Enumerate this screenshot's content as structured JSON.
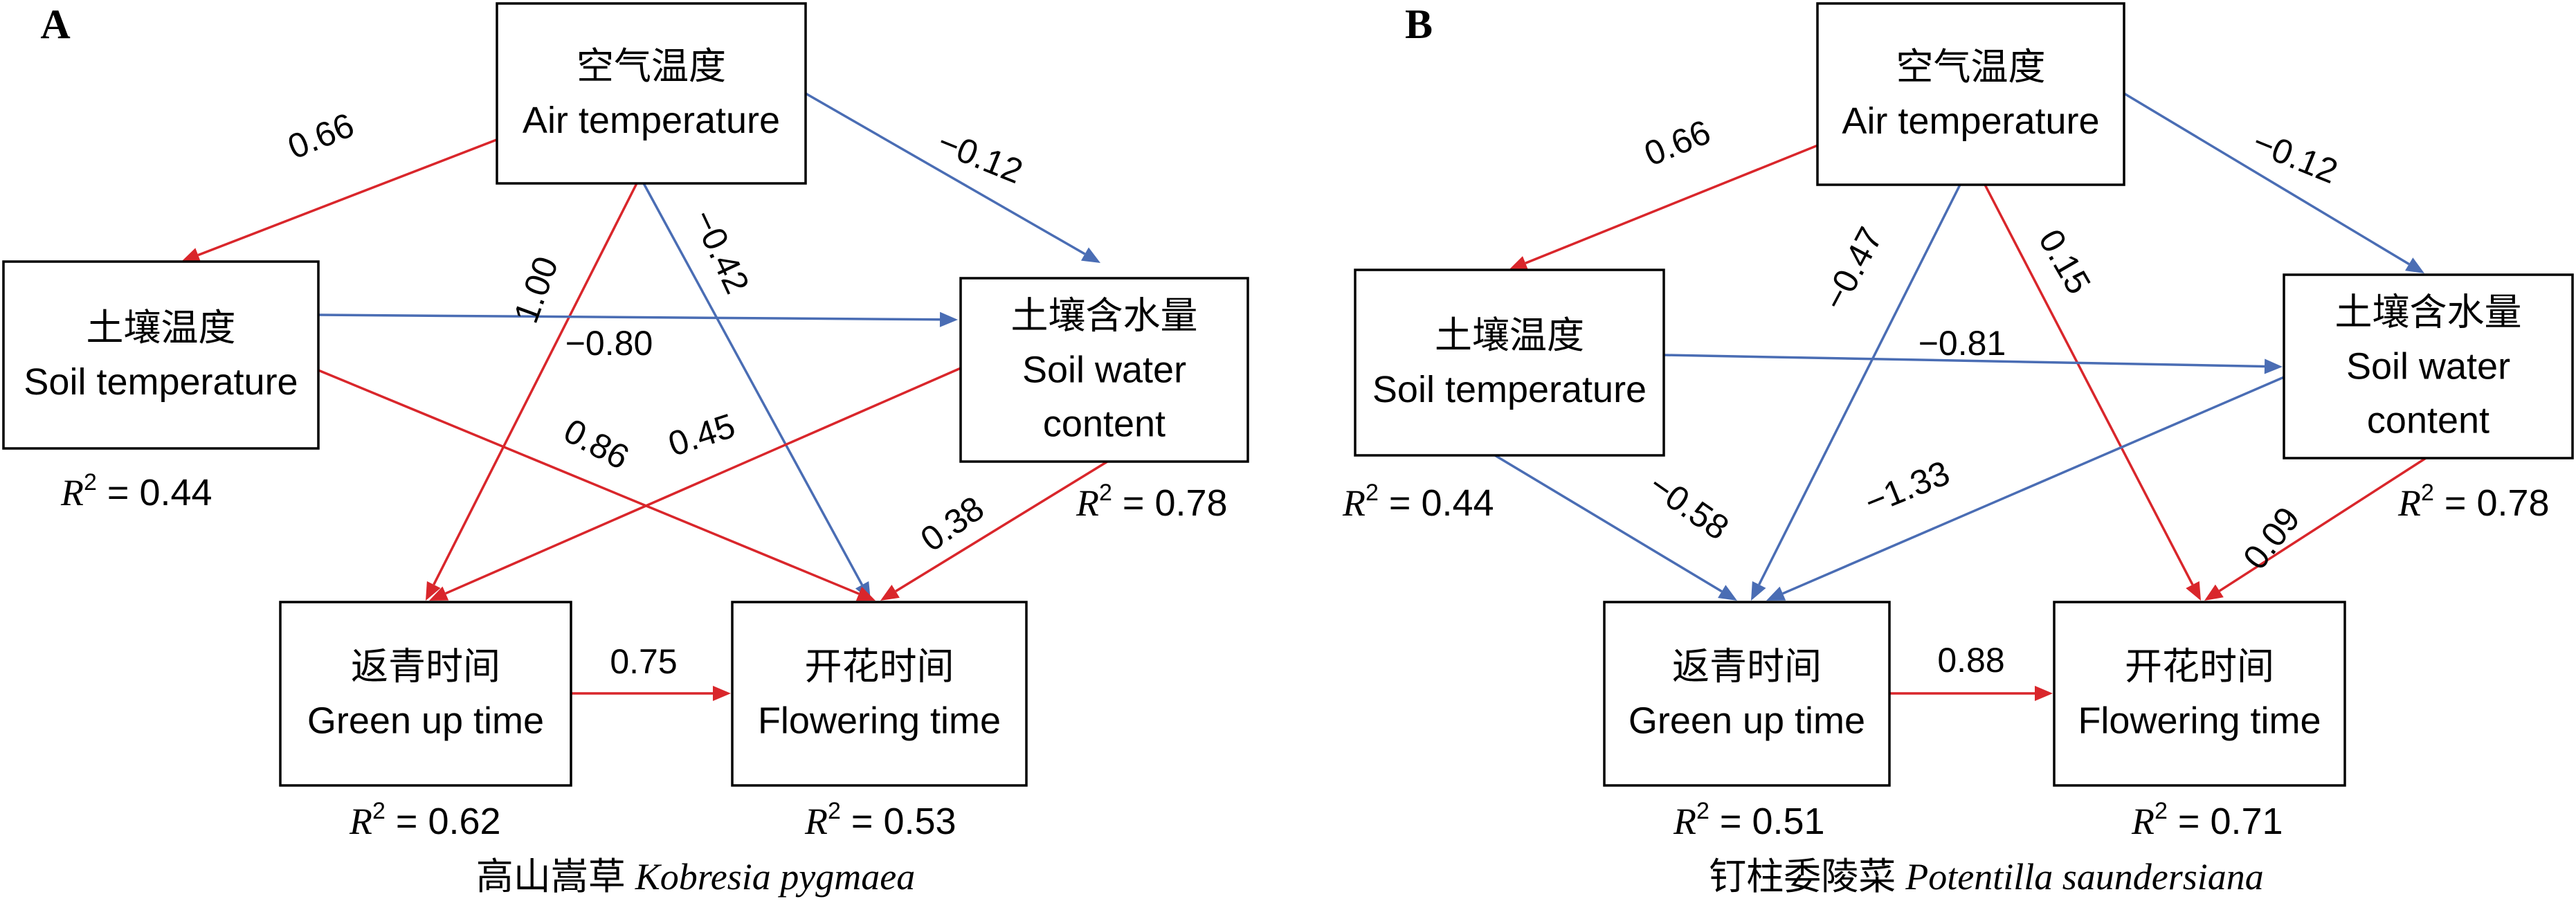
{
  "colors": {
    "positive": "#d9262b",
    "negative": "#4a6db4",
    "text": "#000000"
  },
  "panels": [
    {
      "label": "A",
      "caption_cn": "高山嵩草",
      "caption_latin": "Kobresia pygmaea",
      "nodes": {
        "air": {
          "cn": "空气温度",
          "en": [
            "Air temperature"
          ]
        },
        "soilt": {
          "cn": "土壤温度",
          "en": [
            "Soil temperature"
          ],
          "r2": "0.44"
        },
        "soilw": {
          "cn": "土壤含水量",
          "en": [
            "Soil water",
            "content"
          ],
          "r2": "0.78"
        },
        "green": {
          "cn": "返青时间",
          "en": [
            "Green up time"
          ],
          "r2": "0.62"
        },
        "flower": {
          "cn": "开花时间",
          "en": [
            "Flowering time"
          ],
          "r2": "0.53"
        }
      },
      "edges": [
        {
          "from": "air",
          "to": "soilt",
          "coef": "0.66",
          "sign": "positive"
        },
        {
          "from": "air",
          "to": "soilw",
          "coef": "−0.12",
          "sign": "negative"
        },
        {
          "from": "air",
          "to": "green",
          "coef": "1.00",
          "sign": "positive"
        },
        {
          "from": "air",
          "to": "flower",
          "coef": "−0.42",
          "sign": "negative"
        },
        {
          "from": "soilt",
          "to": "soilw",
          "coef": "−0.80",
          "sign": "negative"
        },
        {
          "from": "soilt",
          "to": "flower",
          "coef": "0.86",
          "sign": "positive"
        },
        {
          "from": "soilw",
          "to": "green",
          "coef": "0.45",
          "sign": "positive"
        },
        {
          "from": "soilw",
          "to": "flower",
          "coef": "0.38",
          "sign": "positive"
        },
        {
          "from": "green",
          "to": "flower",
          "coef": "0.75",
          "sign": "positive"
        }
      ]
    },
    {
      "label": "B",
      "caption_cn": "钉柱委陵菜",
      "caption_latin": "Potentilla saundersiana",
      "nodes": {
        "air": {
          "cn": "空气温度",
          "en": [
            "Air temperature"
          ]
        },
        "soilt": {
          "cn": "土壤温度",
          "en": [
            "Soil temperature"
          ],
          "r2": "0.44"
        },
        "soilw": {
          "cn": "土壤含水量",
          "en": [
            "Soil water",
            "content"
          ],
          "r2": "0.78"
        },
        "green": {
          "cn": "返青时间",
          "en": [
            "Green up time"
          ],
          "r2": "0.51"
        },
        "flower": {
          "cn": "开花时间",
          "en": [
            "Flowering time"
          ],
          "r2": "0.71"
        }
      },
      "edges": [
        {
          "from": "air",
          "to": "soilt",
          "coef": "0.66",
          "sign": "positive"
        },
        {
          "from": "air",
          "to": "soilw",
          "coef": "−0.12",
          "sign": "negative"
        },
        {
          "from": "air",
          "to": "green",
          "coef": "−0.47",
          "sign": "negative"
        },
        {
          "from": "air",
          "to": "flower",
          "coef": "0.15",
          "sign": "positive"
        },
        {
          "from": "soilt",
          "to": "soilw",
          "coef": "−0.81",
          "sign": "negative"
        },
        {
          "from": "soilt",
          "to": "green",
          "coef": "−0.58",
          "sign": "negative"
        },
        {
          "from": "soilw",
          "to": "green",
          "coef": "−1.33",
          "sign": "negative"
        },
        {
          "from": "soilw",
          "to": "flower",
          "coef": "0.09",
          "sign": "positive"
        },
        {
          "from": "green",
          "to": "flower",
          "coef": "0.88",
          "sign": "positive"
        }
      ]
    }
  ]
}
